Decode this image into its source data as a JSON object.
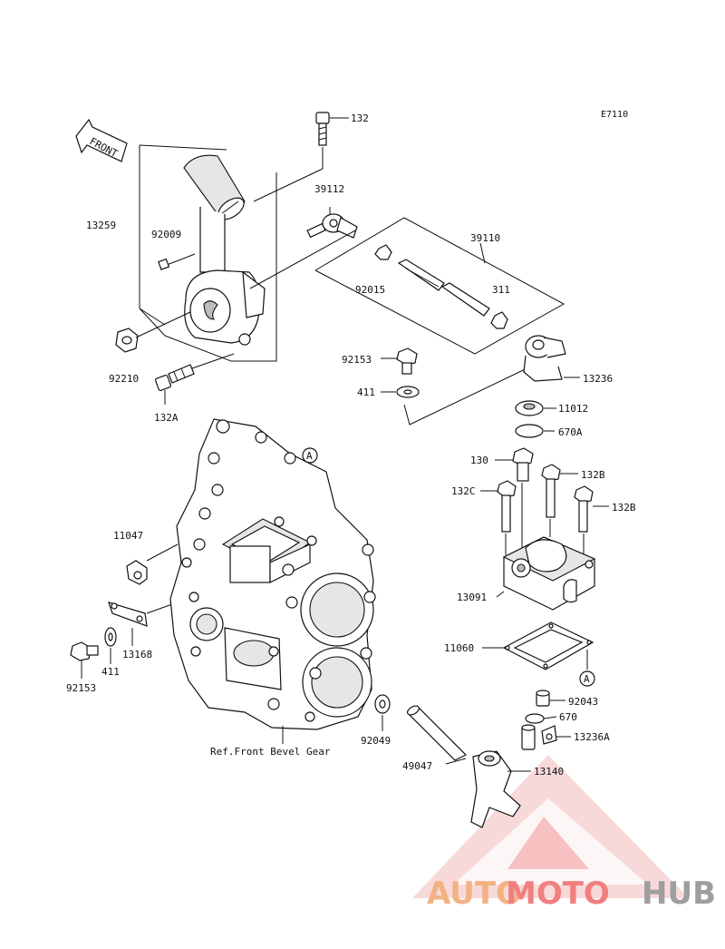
{
  "diagram_code": "E7110",
  "front_label": "FRONT",
  "ref_label": "Ref.Front Bevel Gear",
  "watermark": {
    "word_a": "AUTO",
    "word_b": "MOTO",
    "word_c": "HUB",
    "color_a": "#f4b183",
    "color_b": "#f08080",
    "color_c": "#9e9e9e"
  },
  "parts": {
    "p132": "132",
    "p39112": "39112",
    "p39110": "39110",
    "p13259": "13259",
    "p92009": "92009",
    "p92015": "92015",
    "p311": "311",
    "p92210": "92210",
    "p92153_top": "92153",
    "p13236": "13236",
    "p411_top": "411",
    "p11012": "11012",
    "p132A": "132A",
    "p670A": "670A",
    "pA_top": "A",
    "p130": "130",
    "p132B_1": "132B",
    "p132C": "132C",
    "p132B_2": "132B",
    "p11047": "11047",
    "p13091": "13091",
    "p13168": "13168",
    "p11060": "11060",
    "p411_bot": "411",
    "pA_bot": "A",
    "p92153_bot": "92153",
    "p92043": "92043",
    "p670": "670",
    "p13236A": "13236A",
    "p92049": "92049",
    "p49047": "49047",
    "p13140": "13140"
  }
}
